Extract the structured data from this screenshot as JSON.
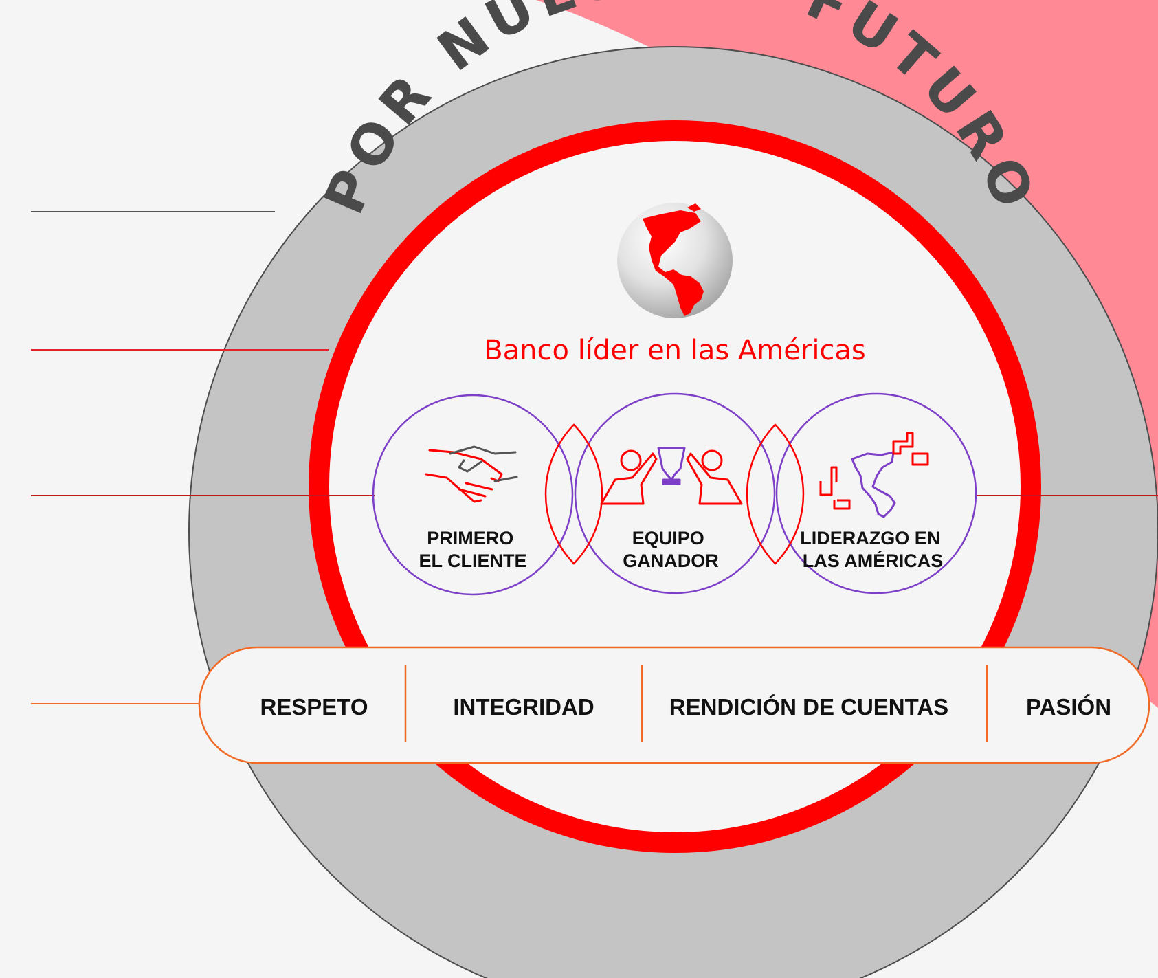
{
  "diagram": {
    "purpose": "POR NUESTRO FUTURO",
    "vision": "Banco líder en las Américas",
    "pillars": [
      {
        "line1": "PRIMERO",
        "line2": "EL CLIENTE",
        "icon": "handshake-icon"
      },
      {
        "line1": "EQUIPO",
        "line2": "GANADOR",
        "icon": "team-trophy-icon"
      },
      {
        "line1": "LIDERAZGO EN",
        "line2": "LAS AMÉRICAS",
        "icon": "americas-map-hands-icon"
      }
    ],
    "values": [
      "RESPETO",
      "INTEGRIDAD",
      "RENDICIÓN DE CUENTAS",
      "PASIÓN"
    ],
    "vision_icon": "americas-globe-icon"
  },
  "colors": {
    "background": "#f5f5f5",
    "outer_ring": "#c4c4c4",
    "accent_red": "#ff0000",
    "pink_corner": "#ff8a96",
    "pillar_circle": "#7d3fc7",
    "values_border": "#f06a28",
    "text_dark": "#111111",
    "arc_text": "#4a4a4a"
  }
}
